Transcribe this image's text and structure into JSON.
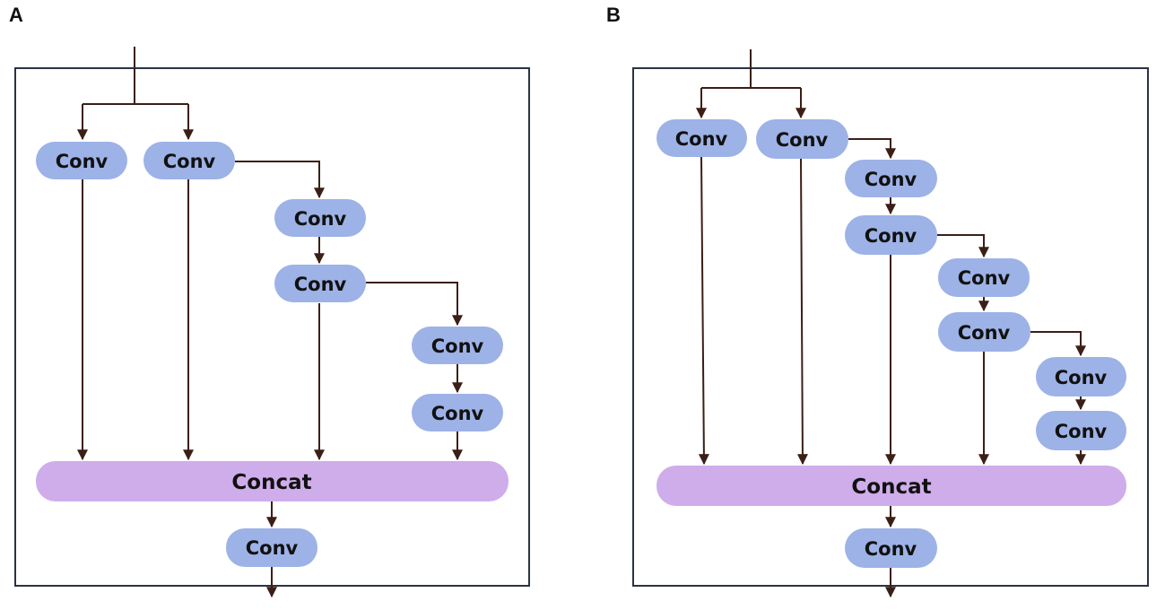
{
  "panels": [
    {
      "letter": "A",
      "conv_label": "Conv",
      "concat_label": "Concat"
    },
    {
      "letter": "B",
      "conv_label": "Conv",
      "concat_label": "Concat"
    }
  ],
  "colors": {
    "conv_fill": "#9db2e6",
    "concat_fill": "#cfadea",
    "edge": "#3b1f16",
    "frame": "#2a3442"
  }
}
